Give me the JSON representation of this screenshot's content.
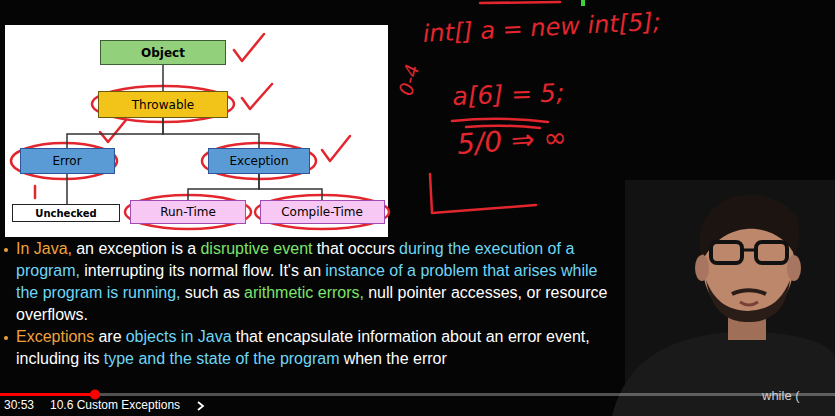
{
  "diagram": {
    "nodes": [
      {
        "text": [
          "Object"
        ]
      },
      {
        "text": [
          "Throwable"
        ]
      },
      {
        "text": [
          "Error"
        ]
      },
      {
        "text": [
          "Exception"
        ]
      },
      {
        "text": [
          "Unchecked"
        ]
      },
      {
        "text": [
          "Run-Time"
        ]
      },
      {
        "text": [
          "Compile-Time"
        ]
      }
    ],
    "edges": [
      {
        "from": 0,
        "to": 1,
        "arrow": "none"
      },
      {
        "from": 1,
        "to": 2,
        "arrow": "none"
      },
      {
        "from": 1,
        "to": 3,
        "arrow": "none"
      },
      {
        "from": 2,
        "to": 4,
        "arrow": "none"
      },
      {
        "from": 3,
        "to": 5,
        "arrow": "none"
      },
      {
        "from": 3,
        "to": 6,
        "arrow": "none"
      }
    ],
    "labels": [
      "int[] a = new int[5];",
      "0-4",
      "a[6] = 5;",
      "5/0 ⇒ ∞",
      "In Java,",
      "an exception is a",
      "disruptive event",
      "that occurs",
      "during the execution of a program,",
      "interrupting its normal flow. It's an",
      "instance of a problem that arises while the program is running,",
      "such as",
      "arithmetic errors,",
      "null pointer accesses, or resource overflows.",
      "Exceptions",
      "are",
      "objects in Java",
      "that encapsulate information about an error event, including its",
      "type and the state of the program",
      "when the error",
      "30:53",
      "10.6 Custom Exceptions",
      "while ("
    ]
  }
}
